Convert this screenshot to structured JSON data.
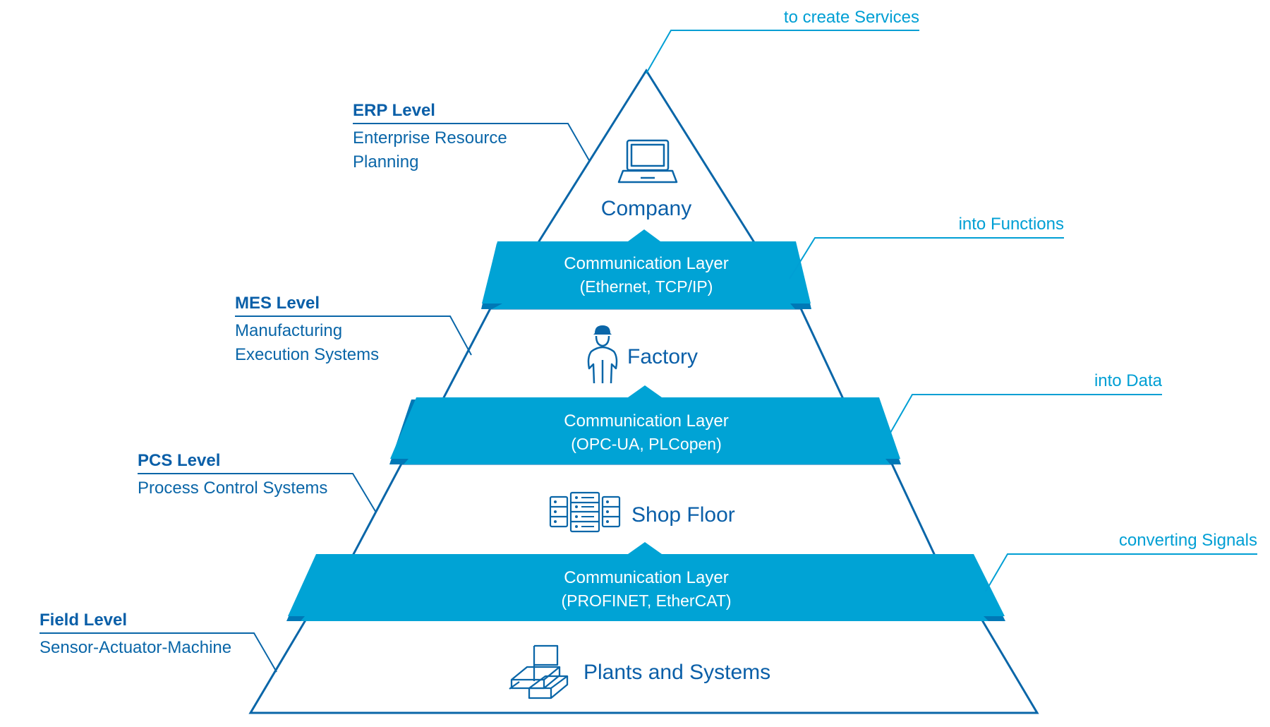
{
  "colors": {
    "primary": "#0a5fa8",
    "accent": "#009fd4",
    "band": "#00a3d5",
    "band_dark": "#0078b6",
    "outline": "#0a66a8"
  },
  "left_levels": [
    {
      "title": "ERP Level",
      "desc": [
        "Enterprise Resource",
        "Planning"
      ]
    },
    {
      "title": "MES Level",
      "desc": [
        "Manufacturing",
        "Execution Systems"
      ]
    },
    {
      "title": "PCS Level",
      "desc": [
        "Process Control Systems"
      ]
    },
    {
      "title": "Field Level",
      "desc": [
        "Sensor-Actuator-Machine"
      ]
    }
  ],
  "right_labels": [
    "to create Services",
    "into Functions",
    "into Data",
    "converting Signals"
  ],
  "tiers": [
    {
      "label": "Company",
      "icon": "laptop-icon"
    },
    {
      "label": "Factory",
      "icon": "worker-icon"
    },
    {
      "label": "Shop Floor",
      "icon": "server-rack-icon"
    },
    {
      "label": "Plants and Systems",
      "icon": "factory-blocks-icon"
    }
  ],
  "comm_layers": [
    {
      "title": "Communication Layer",
      "sub": "(Ethernet, TCP/IP)"
    },
    {
      "title": "Communication Layer",
      "sub": "(OPC-UA, PLCopen)"
    },
    {
      "title": "Communication Layer",
      "sub": "(PROFINET, EtherCAT)"
    }
  ]
}
